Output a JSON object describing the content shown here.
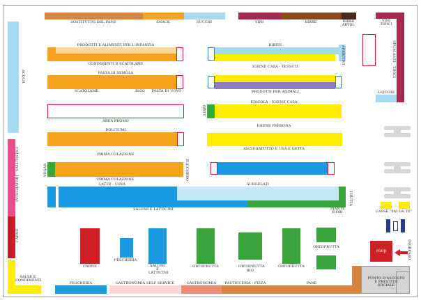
{
  "labels": {
    "sostitutivi": "SOSTITUTIVI DEL PANE",
    "snack": "SNACK",
    "succhi": "SUCCHI",
    "vini_top": "VINI",
    "birre": "BIRRE",
    "birre_artig": "BIRRE ARTIG.",
    "vini_tipici": "VINI TIPICI",
    "spum_anti": "SPUM ANTI - TIPICI",
    "liquori": "LIQUORI",
    "acqua": "ACQUA",
    "prodotti_infanzia": "PRODOTTI E ALIMENTI PER L'INFANZIA",
    "condimenti_scatolame": "CONDIMENTI E SCATOLAME",
    "bibite": "BIBITE",
    "aperitivi": "APERITIVI",
    "igiene_casa": "IGIENE CASA - TESSUTI",
    "pasta_semola": "PASTA DI SEMOLA",
    "scatolame": "SCATOLAME",
    "riso": "RISO",
    "pasta_uovo": "PASTA DI UOVO",
    "prodotti_animali": "PRODOTTI PER ANIMALI",
    "edicola": "EDICOLA - IGIENE CASA",
    "libri": "LIBRI",
    "area_promo": "AREA PROMO",
    "igiene_persona": "IGIENE PERSONA",
    "dolciumi": "DOLCIUMI",
    "asciugatutto": "ASCIUGATUTTO E USA E GETTA",
    "prima_colazione_1": "PRIMA COLAZIONE",
    "vegan": "VEGAN",
    "zucchero": "ZUCCHERO",
    "prima_colazione_2": "PRIMA COLAZIONE",
    "latte_uova": "LATTE - UOVA",
    "surgelati": "SURGELATI",
    "salumi_latticini": "SALUMI E LATTICINI",
    "frutta": "FRUTTA",
    "piante_fiori": "PIANTE FIORI",
    "casse": "CASSE \"FAI DA TE\"",
    "integratori": "INTEGRATORI - SALUTISTICI",
    "carne_side": "CARNE",
    "salse": "SALSE E CONDIMENTI",
    "carne": "CARNE",
    "pescheria_1": "PESCHERIA",
    "salumi_latticini_2": "SALUMI E LATTICINI",
    "ortofrutta_1": "ORTOFRUTTA",
    "ortofrutta_bio": "ORTOFRUTTA BIO",
    "ortofrutta_2": "ORTOFRUTTA",
    "ortofrutta_3": "ORTOFRUTTA",
    "ingresso": "INGRESSO",
    "info_point": "PUNTO D'ASCOLTO E PRESTITO SOCIALE",
    "pescheria_2": "PESCHERIA",
    "gastronomia_self": "GASTRONOMIA SELF SERVICE",
    "gastronomia": "GASTRONOMIA",
    "pasticceria": "PASTICCERIA - PIZZA",
    "pane": "PANE",
    "coop_logo": "coop"
  },
  "colors": {
    "orange": "#f4a31a",
    "copper": "#d8843e",
    "light_blue": "#a9d8f2",
    "blue": "#1a9ae0",
    "yellow": "#ffec00",
    "green": "#3aa53a",
    "red": "#d21f26",
    "wine": "#a8294f",
    "brown": "#8b4a1a",
    "pink": "#e84e8a",
    "purple": "#8a7bbd",
    "salmon": "#f08a72",
    "navy": "#2c3b86"
  },
  "icons": [
    "checkout-icon",
    "entrance-arrow-icon",
    "coop-logo-icon",
    "cart-icon"
  ]
}
